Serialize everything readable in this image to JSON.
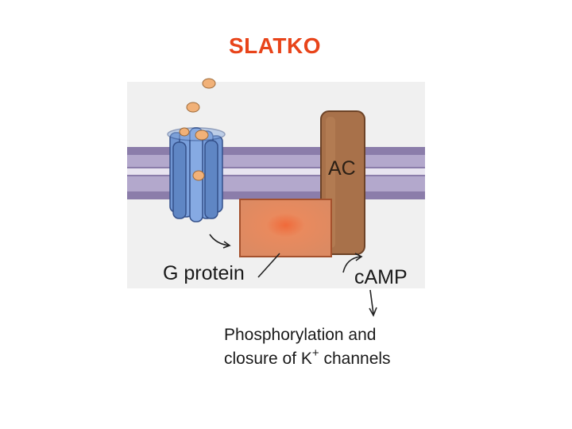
{
  "slide": {
    "title": "SLATKO"
  },
  "diagram": {
    "enzyme_label": "AC",
    "g_protein_label": "G protein",
    "second_messenger_label": "cAMP",
    "effect_line1": "Phosphorylation and",
    "effect_line2_prefix": "closure of K",
    "effect_line2_sup": "+",
    "effect_line2_suffix": " channels"
  },
  "colors": {
    "title": "#e8441a",
    "membrane": "#a79ac0",
    "membrane_dark": "#7d6f9c",
    "receptor": "#6f95d2",
    "receptor_dark": "#3c5d9a",
    "ligand": "#f1b178",
    "adenylyl_cyclase": "#a8714a",
    "g_protein": "#df845c",
    "background_panel": "#f0f0f0"
  }
}
